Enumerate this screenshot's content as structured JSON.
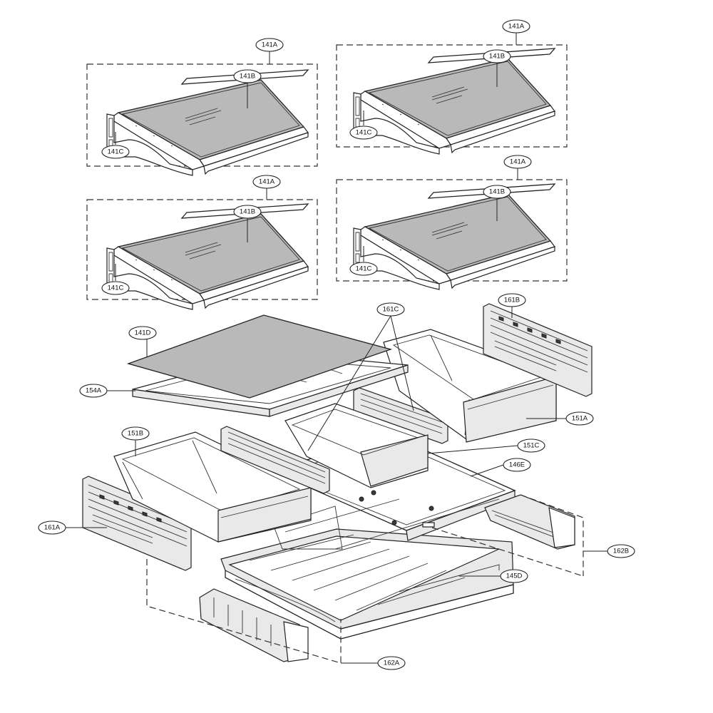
{
  "callouts": {
    "s1_141A": "141A",
    "s1_141B": "141B",
    "s1_141C": "141C",
    "s2_141A": "141A",
    "s2_141B": "141B",
    "s2_141C": "141C",
    "s3_141A": "141A",
    "s3_141B": "141B",
    "s3_141C": "141C",
    "s4_141A": "141A",
    "s4_141B": "141B",
    "s4_141C": "141C",
    "p141D": "141D",
    "p154A": "154A",
    "p161C": "161C",
    "p161B": "161B",
    "p151A": "151A",
    "p151B": "151B",
    "p151C": "151C",
    "p146E": "146E",
    "p161A": "161A",
    "p162B": "162B",
    "p145D": "145D",
    "p162A": "162A"
  }
}
